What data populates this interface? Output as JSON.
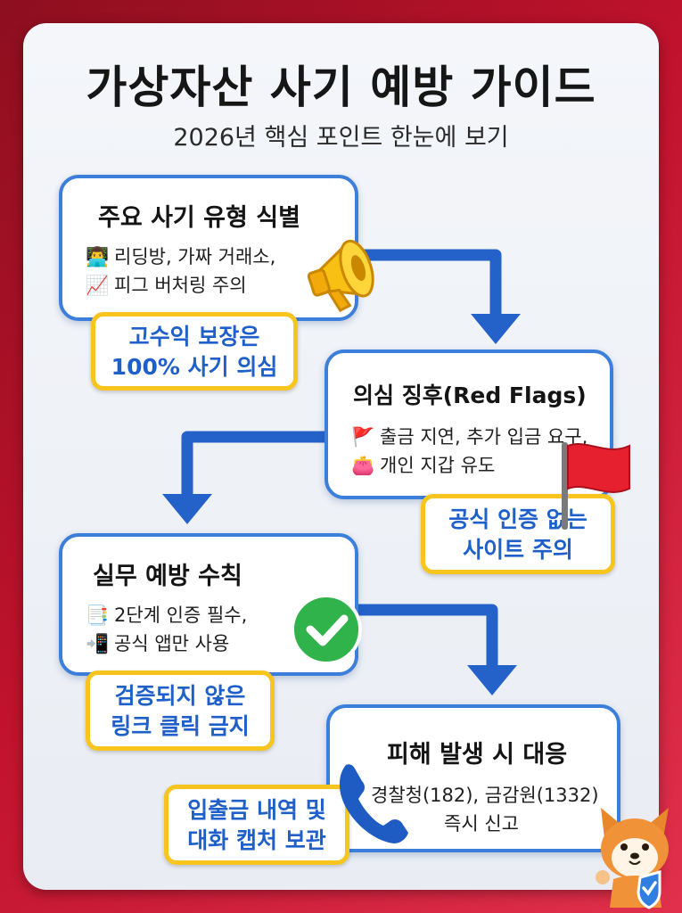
{
  "title": "가상자산 사기 예방 가이드",
  "subtitle": "2026년 핵심 포인트 한눈에 보기",
  "steps": [
    {
      "title": "주요 사기 유형 식별",
      "lines": [
        {
          "icon": "👨‍💻",
          "text": "리딩방, 가짜 거래소,"
        },
        {
          "icon": "📈",
          "text": "피그 버처링 주의"
        }
      ],
      "callout": [
        "고수익 보장은",
        "100% 사기 의심"
      ]
    },
    {
      "title": "의심 징후(Red Flags)",
      "lines": [
        {
          "icon": "🚩",
          "text": "출금 지연, 추가 입금 요구,"
        },
        {
          "icon": "👛",
          "text": "개인 지갑 유도"
        }
      ],
      "callout": [
        "공식 인증 없는",
        "사이트 주의"
      ]
    },
    {
      "title": "실무 예방 수칙",
      "lines": [
        {
          "icon": "📑",
          "text": "2단계 인증 필수,"
        },
        {
          "icon": "📲",
          "text": "공식 앱만 사용"
        }
      ],
      "callout": [
        "검증되지 않은",
        "링크 클릭 금지"
      ]
    },
    {
      "title": "피해 발생 시 대응",
      "lines": [
        {
          "icon": "",
          "text": "경찰청(182), 금감원(1332)"
        },
        {
          "icon": "",
          "text": "즉시 신고"
        }
      ],
      "callout": [
        "입출금 내역 및",
        "대화 캡처 보관"
      ]
    }
  ],
  "colors": {
    "accent_blue": "#3b7fdb",
    "callout_border": "#f7c51e",
    "callout_text": "#1f5fc9",
    "highlight": "#ffe22e",
    "background_red": "#c0122d"
  },
  "icons": [
    "megaphone-icon",
    "red-flag-icon",
    "check-circle-icon",
    "phone-icon",
    "shiba-mascot-icon"
  ]
}
